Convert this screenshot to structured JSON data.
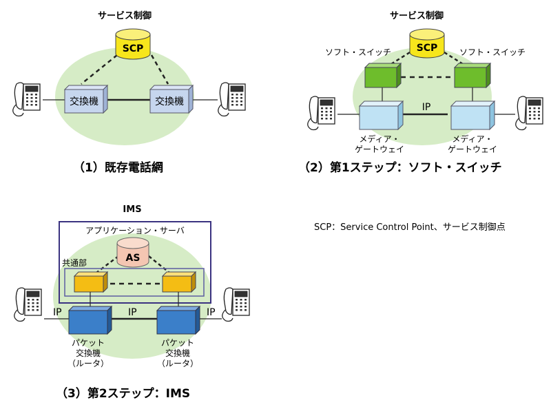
{
  "colors": {
    "ellipse": "#d6ecc6",
    "scp": "#f7e61c",
    "as": "#f4c6b2",
    "exchange": "#c6d6ee",
    "softswitch": "#6ebd2c",
    "media_gateway": "#bfe2f4",
    "common": "#f4bd14",
    "router": "#3b7fc9",
    "ims_frame": "#3a3280",
    "common_frame": "#5b5ca0"
  },
  "icons": {
    "phone": "telephone-icon",
    "cylinder": "database-cylinder-icon"
  },
  "panel1": {
    "header": "サービス制御",
    "scp": "SCP",
    "exchange_left": "交換機",
    "exchange_right": "交換機",
    "caption": "（1）既存電話網"
  },
  "panel2": {
    "header": "サービス制御",
    "scp": "SCP",
    "softswitch_left": "ソフト・スイッチ",
    "softswitch_right": "ソフト・スイッチ",
    "ip": "IP",
    "gateway_left_1": "メディア・",
    "gateway_left_2": "ゲートウェイ",
    "gateway_right_1": "メディア・",
    "gateway_right_2": "ゲートウェイ",
    "caption": "（2）第1ステップ：ソフト・スイッチ"
  },
  "panel3": {
    "ims": "IMS",
    "app_server": "アプリケーション・サーバ",
    "as": "AS",
    "common": "共通部",
    "ip_left": "IP",
    "ip_middle": "IP",
    "ip_right": "IP",
    "router_left_1": "パケット",
    "router_left_2": "交換機",
    "router_left_3": "（ルータ）",
    "router_right_1": "パケット",
    "router_right_2": "交換機",
    "router_right_3": "（ルータ）",
    "caption": "（3）第2ステップ：IMS"
  },
  "legend": "SCP：Service Control Point、サービス制御点"
}
